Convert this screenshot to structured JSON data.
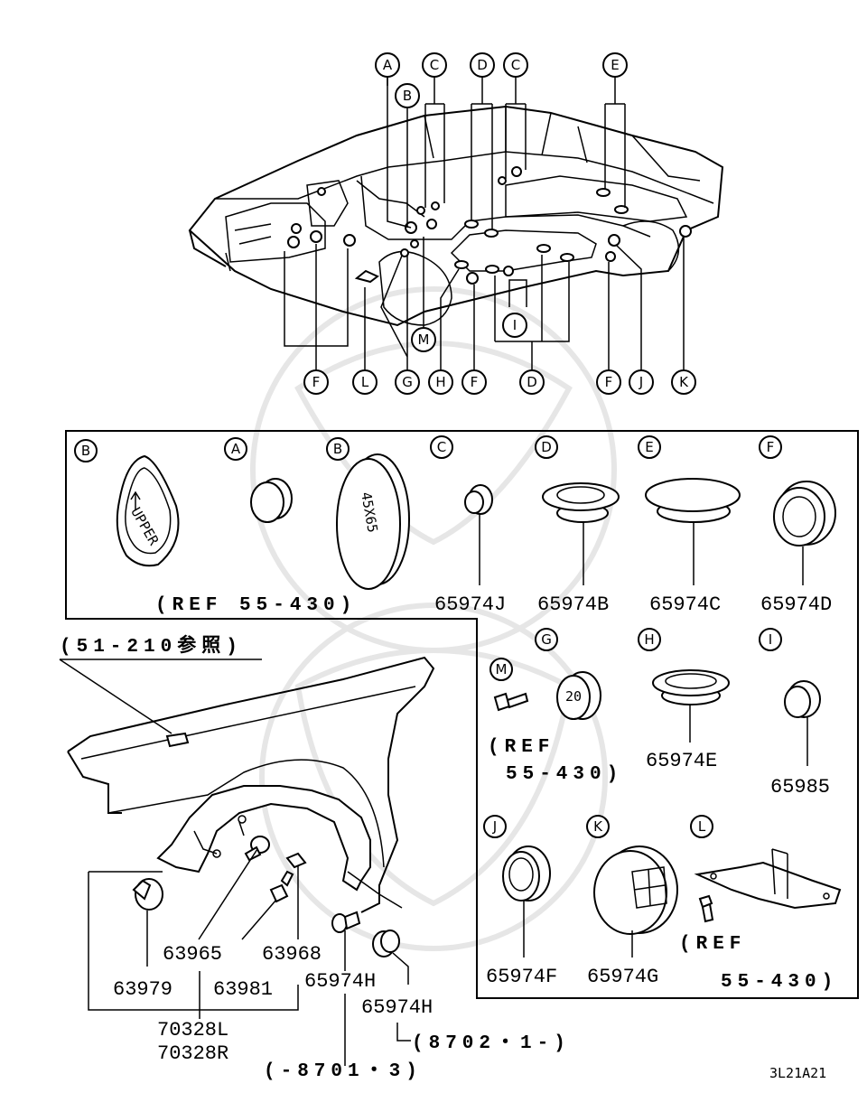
{
  "car_callouts": [
    "A",
    "B",
    "C",
    "D",
    "C",
    "E",
    "M",
    "F",
    "L",
    "G",
    "H",
    "F",
    "I",
    "D",
    "F",
    "J",
    "K"
  ],
  "box_callouts": {
    "b1": "B",
    "a": "A",
    "b2": "B",
    "c": "C",
    "d": "D",
    "e": "E",
    "f": "F",
    "m": "M",
    "g": "G",
    "h": "H",
    "i": "I",
    "j": "J",
    "k": "K",
    "l": "L"
  },
  "parts": {
    "c": "65974J",
    "d": "65974B",
    "e": "65974C",
    "f": "65974D",
    "h": "65974E",
    "i": "65985",
    "j": "65974F",
    "k": "65974G",
    "p63965": "63965",
    "p63968": "63968",
    "p63979": "63979",
    "p63981": "63981",
    "h1": "65974H",
    "h2": "65974H",
    "p70328l": "70328L",
    "p70328r": "70328R"
  },
  "refs": {
    "ref_ab": "(REF 55-430)",
    "ref_fender": "(51-210参照)",
    "ref_m_1": "(REF",
    "ref_m_2": "55-430)",
    "ref_l_1": "(REF",
    "ref_l_2": "55-430)",
    "range_new": "(8702・1-)",
    "range_old": "(-8701・3)"
  },
  "labels": {
    "upper_stamp": "UPPER",
    "size_stamp": "45X65",
    "grommet_20": "20",
    "diagram_code": "3L21A21"
  }
}
